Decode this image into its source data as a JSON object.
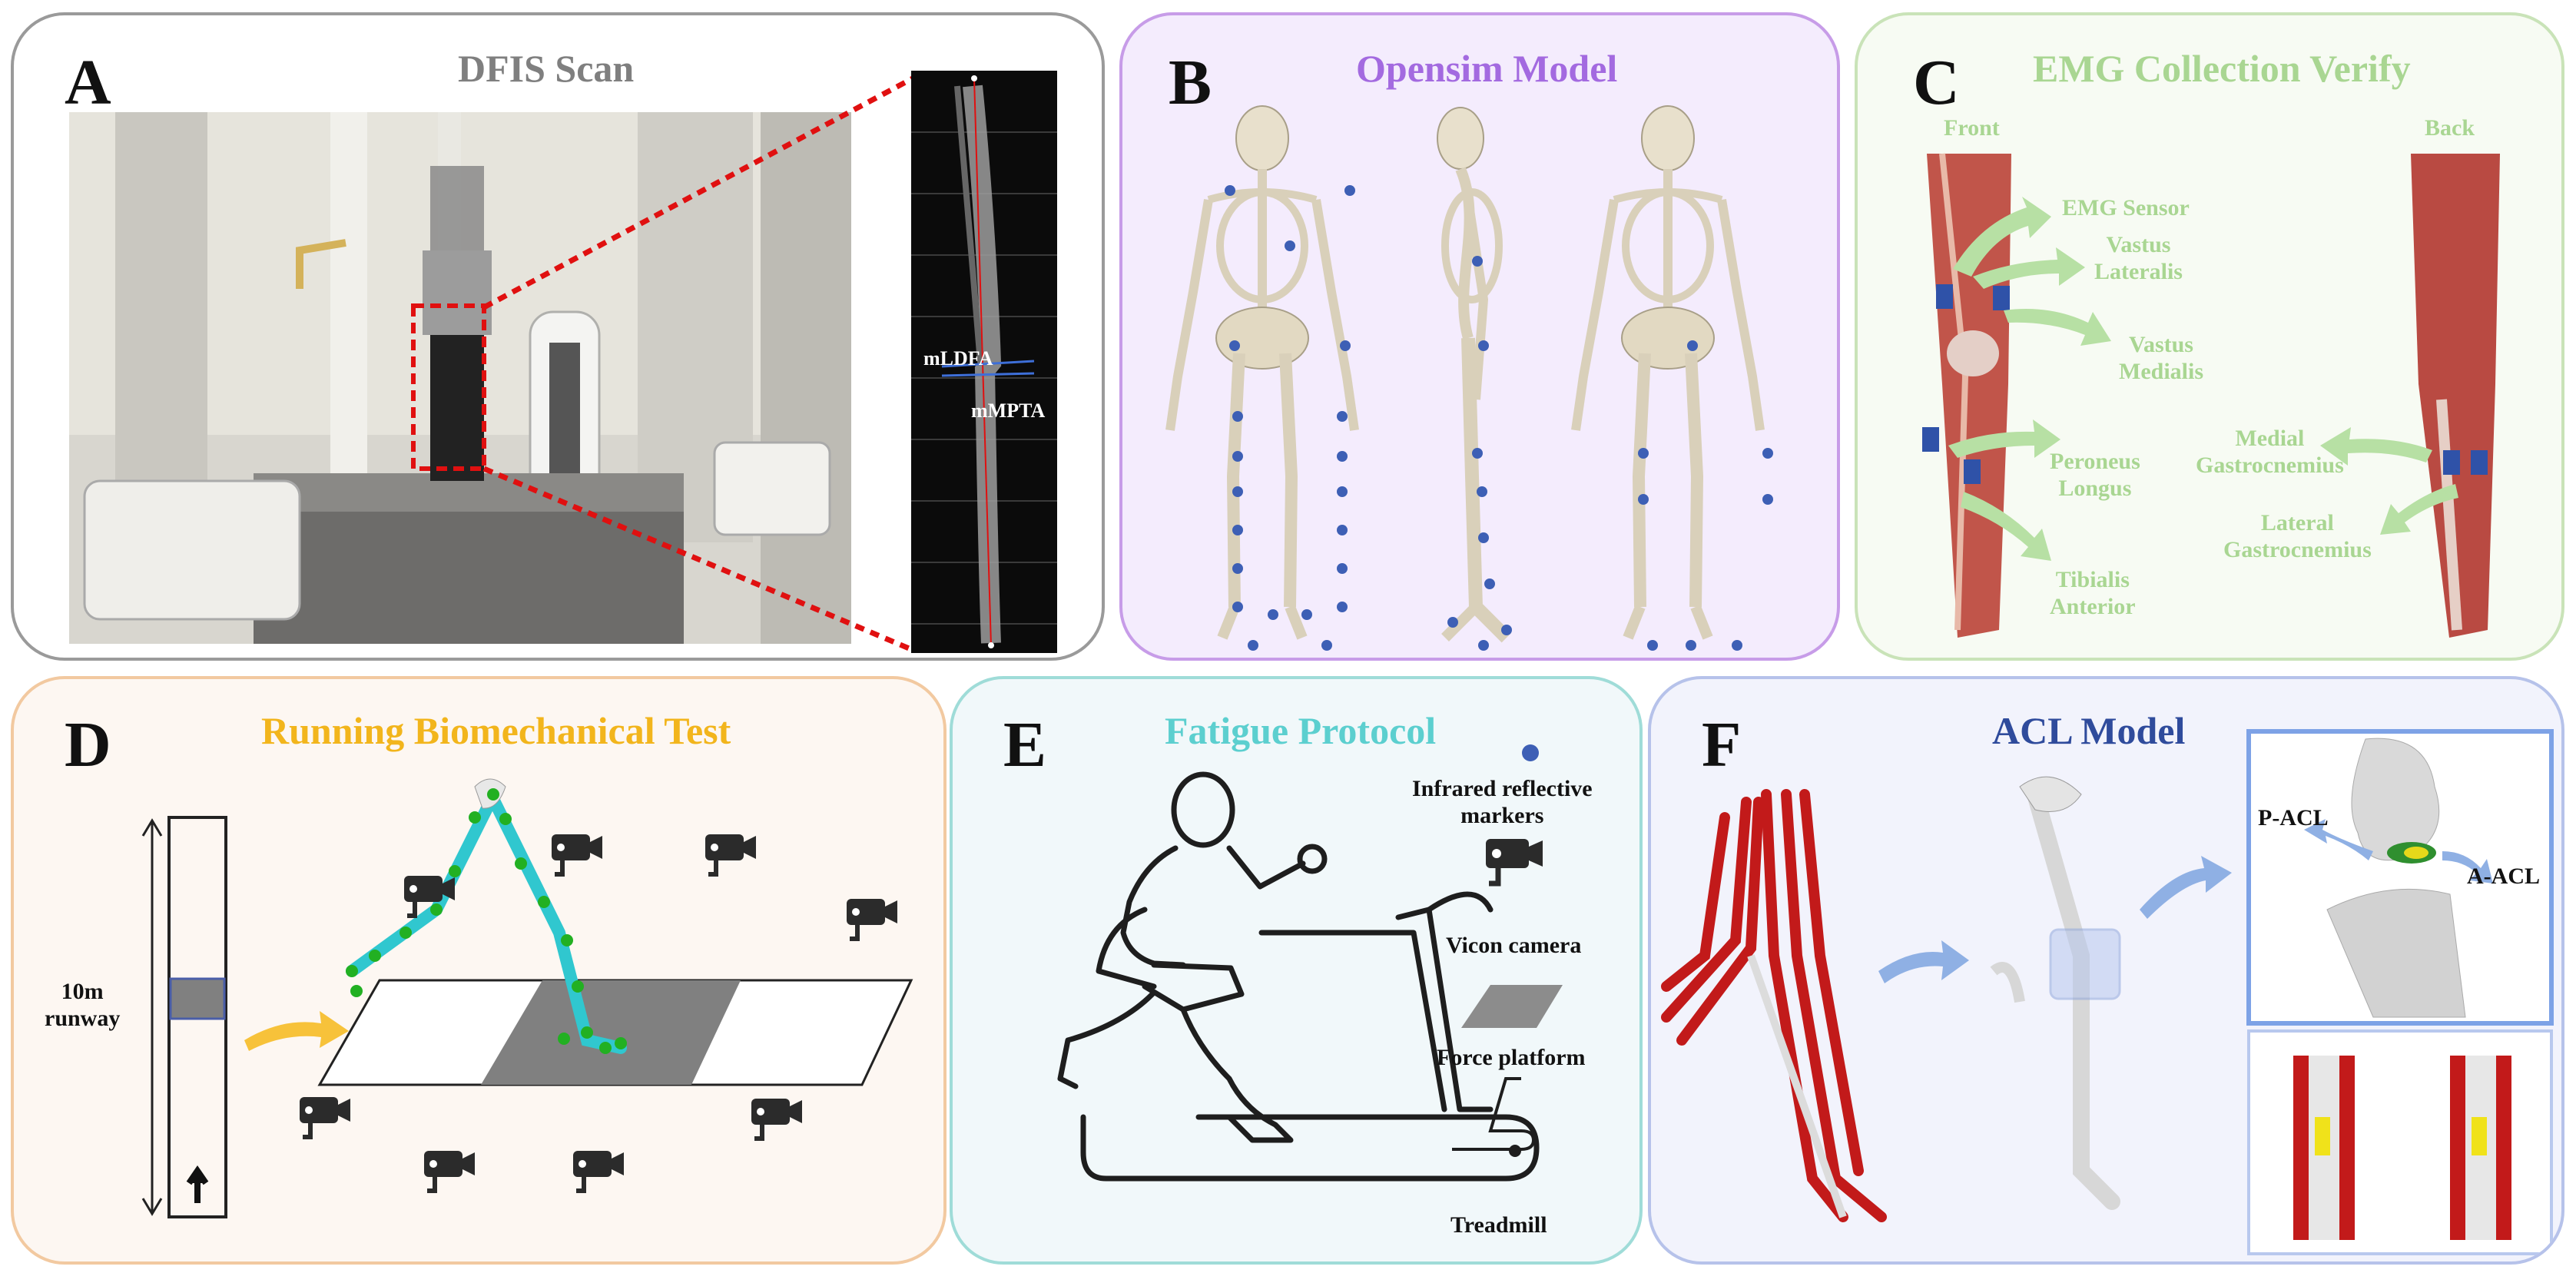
{
  "colors": {
    "panel_a_border": "#9a9a9a",
    "panel_a_bg": "#ffffff",
    "panel_a_title": "#7f7f7f",
    "panel_b_border": "#c79ce8",
    "panel_b_bg": "#f4ecfd",
    "panel_b_title": "#a36ae0",
    "panel_c_border": "#c9e3b8",
    "panel_c_bg": "#f7fbf3",
    "panel_c_title": "#a9d692",
    "panel_d_border": "#f2c9a0",
    "panel_d_bg": "#fdf7f2",
    "panel_d_title": "#f2b51c",
    "panel_e_border": "#9fdcd8",
    "panel_e_bg": "#f1f8fa",
    "panel_e_title": "#5ccfcf",
    "panel_f_border": "#b6c2ea",
    "panel_f_bg": "#f2f3fc",
    "panel_f_title": "#2f4b9c",
    "marker_blue": "#3d5fb5",
    "marker_green": "#22b022",
    "muscle_red": "#c21a1a",
    "scan_line_red": "#e01010",
    "arrow_green": "#b7e0a4",
    "arrow_blue": "#8fb0e4",
    "arrow_yellow": "#f7c23a",
    "acl_yellow": "#f0e21a"
  },
  "panel_a": {
    "letter": "A",
    "title": "DFIS Scan",
    "label_ldfa": "mLDFA",
    "label_mpta": "mMPTA"
  },
  "panel_b": {
    "letter": "B",
    "title": "Opensim Model"
  },
  "panel_c": {
    "letter": "C",
    "title": "EMG Collection Verify",
    "front_label": "Front",
    "back_label": "Back",
    "labels": {
      "sensor": "EMG Sensor",
      "vastus_lateralis_1": "Vastus",
      "vastus_lateralis_2": "Lateralis",
      "vastus_medialis_1": "Vastus",
      "vastus_medialis_2": "Medialis",
      "peroneus_1": "Peroneus",
      "peroneus_2": "Longus",
      "tibialis_1": "Tibialis",
      "tibialis_2": "Anterior",
      "medial_gastro_1": "Medial",
      "medial_gastro_2": "Gastrocnemius",
      "lateral_gastro_1": "Lateral",
      "lateral_gastro_2": "Gastrocnemius"
    }
  },
  "panel_d": {
    "letter": "D",
    "title": "Running Biomechanical Test",
    "runway_line1": "10m",
    "runway_line2": "runway"
  },
  "panel_e": {
    "letter": "E",
    "title": "Fatigue Protocol",
    "legend": {
      "markers_1": "Infrared reflective",
      "markers_2": "markers",
      "camera": "Vicon camera",
      "platform": "Force platform",
      "treadmill": "Treadmill"
    }
  },
  "panel_f": {
    "letter": "F",
    "title": "ACL Model",
    "label_pacl": "P-ACL",
    "label_aacl": "A-ACL"
  }
}
